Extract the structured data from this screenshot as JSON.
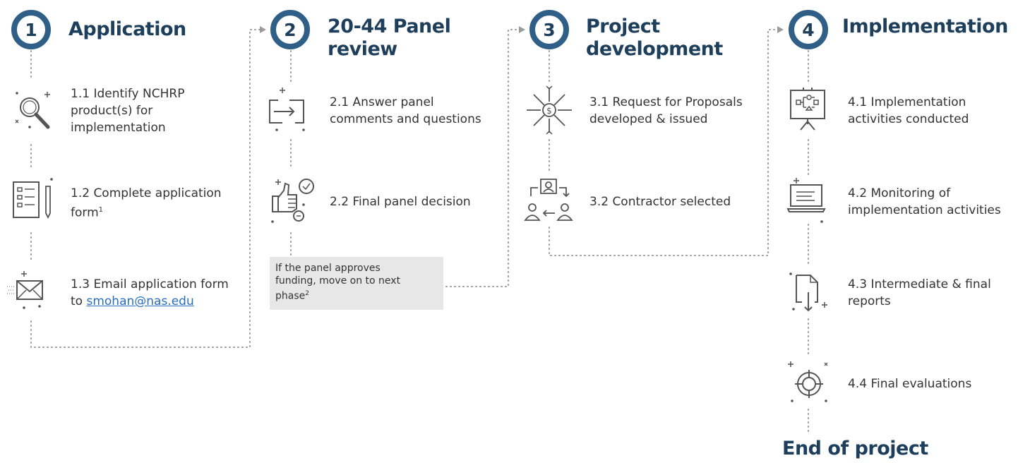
{
  "colors": {
    "navy": "#1d3f5c",
    "circle_ring": "#2f5f86",
    "dots": "#9a9a9a",
    "note_bg": "#e7e7e7",
    "link": "#2a6ebb"
  },
  "phases": [
    {
      "number": "1",
      "title": "Application",
      "steps": [
        {
          "icon": "magnifier-icon",
          "lines": [
            "1.1 Identify NCHRP",
            "product(s) for",
            "implementation"
          ]
        },
        {
          "icon": "form-clipboard-icon",
          "lines": [
            "1.2 Complete application",
            "form"
          ],
          "footnote": "1"
        },
        {
          "icon": "envelope-icon",
          "lines": [
            "1.3 Email application form",
            "to"
          ],
          "link": "smohan@nas.edu"
        }
      ]
    },
    {
      "number": "2",
      "title_lines": [
        "20-44 Panel",
        "review"
      ],
      "steps": [
        {
          "icon": "exchange-arrows-icon",
          "lines": [
            "2.1 Answer panel",
            "comments and questions"
          ]
        },
        {
          "icon": "thumbs-up-icon",
          "lines": [
            "2.2 Final panel decision"
          ]
        }
      ],
      "note": {
        "lines": [
          "If the panel approves",
          "funding, move on to next",
          "phase"
        ],
        "footnote": "2"
      }
    },
    {
      "number": "3",
      "title_lines": [
        "Project",
        "development"
      ],
      "steps": [
        {
          "icon": "dollar-network-icon",
          "lines": [
            "3.1 Request for Proposals",
            "developed & issued"
          ]
        },
        {
          "icon": "contractor-selection-icon",
          "lines": [
            "3.2 Contractor selected"
          ]
        }
      ]
    },
    {
      "number": "4",
      "title": "Implementation",
      "steps": [
        {
          "icon": "presentation-board-icon",
          "lines": [
            "4.1 Implementation",
            "activities conducted"
          ]
        },
        {
          "icon": "laptop-icon",
          "lines": [
            "4.2 Monitoring of",
            "implementation activities"
          ]
        },
        {
          "icon": "document-download-icon",
          "lines": [
            "4.3 Intermediate & final",
            "reports"
          ]
        },
        {
          "icon": "target-crosshair-icon",
          "lines": [
            "4.4 Final evaluations"
          ]
        }
      ]
    }
  ],
  "end_label": "End of project"
}
